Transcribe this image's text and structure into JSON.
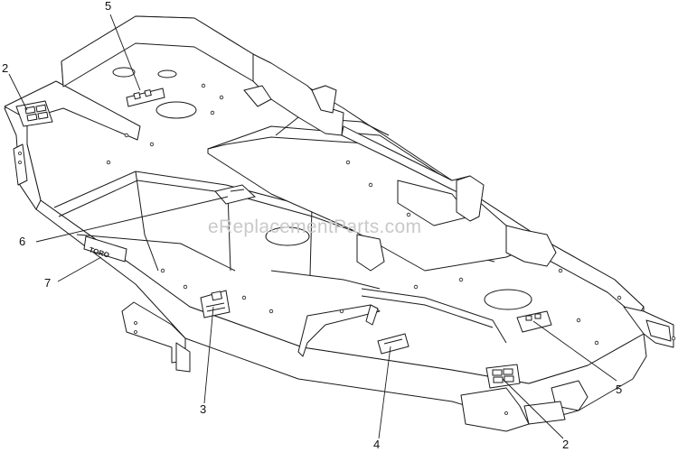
{
  "diagram": {
    "watermark": "eReplacementParts.com",
    "deck_logo_text": "TORO",
    "callouts": [
      {
        "id": "c5a",
        "label": "5"
      },
      {
        "id": "c2a",
        "label": "2"
      },
      {
        "id": "c6",
        "label": "6"
      },
      {
        "id": "c7",
        "label": "7"
      },
      {
        "id": "c3",
        "label": "3"
      },
      {
        "id": "c4",
        "label": "4"
      },
      {
        "id": "c2b",
        "label": "2"
      },
      {
        "id": "c5b",
        "label": "5"
      }
    ]
  },
  "colors": {
    "line": "#1a1a1a",
    "fill": "#ffffff",
    "watermark": "#c9c9c9"
  }
}
